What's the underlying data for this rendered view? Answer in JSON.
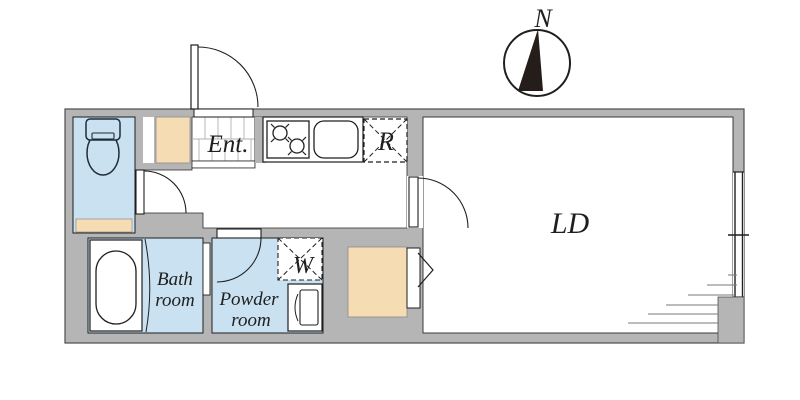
{
  "plan": {
    "type": "apartment-floor-plan",
    "compass": {
      "north_label": "N"
    },
    "rooms": {
      "entrance": {
        "label": "Ent."
      },
      "refrigerator_space": {
        "label": "R"
      },
      "living_dining": {
        "label": "LD"
      },
      "bath": {
        "line1": "Bath",
        "line2": "room"
      },
      "powder": {
        "line1": "Powder",
        "line2": "room"
      },
      "washer_space": {
        "label": "W"
      }
    },
    "colors": {
      "wall_fill": "#b5b5b5",
      "wet_area_floor": "#c9e1f1",
      "storage_fill": "#f5dcb2",
      "floor_white": "#ffffff",
      "line": "#1f1f1f",
      "tile_grid": "#b0b0b0",
      "hatch_line": "#7a7a7a"
    }
  }
}
